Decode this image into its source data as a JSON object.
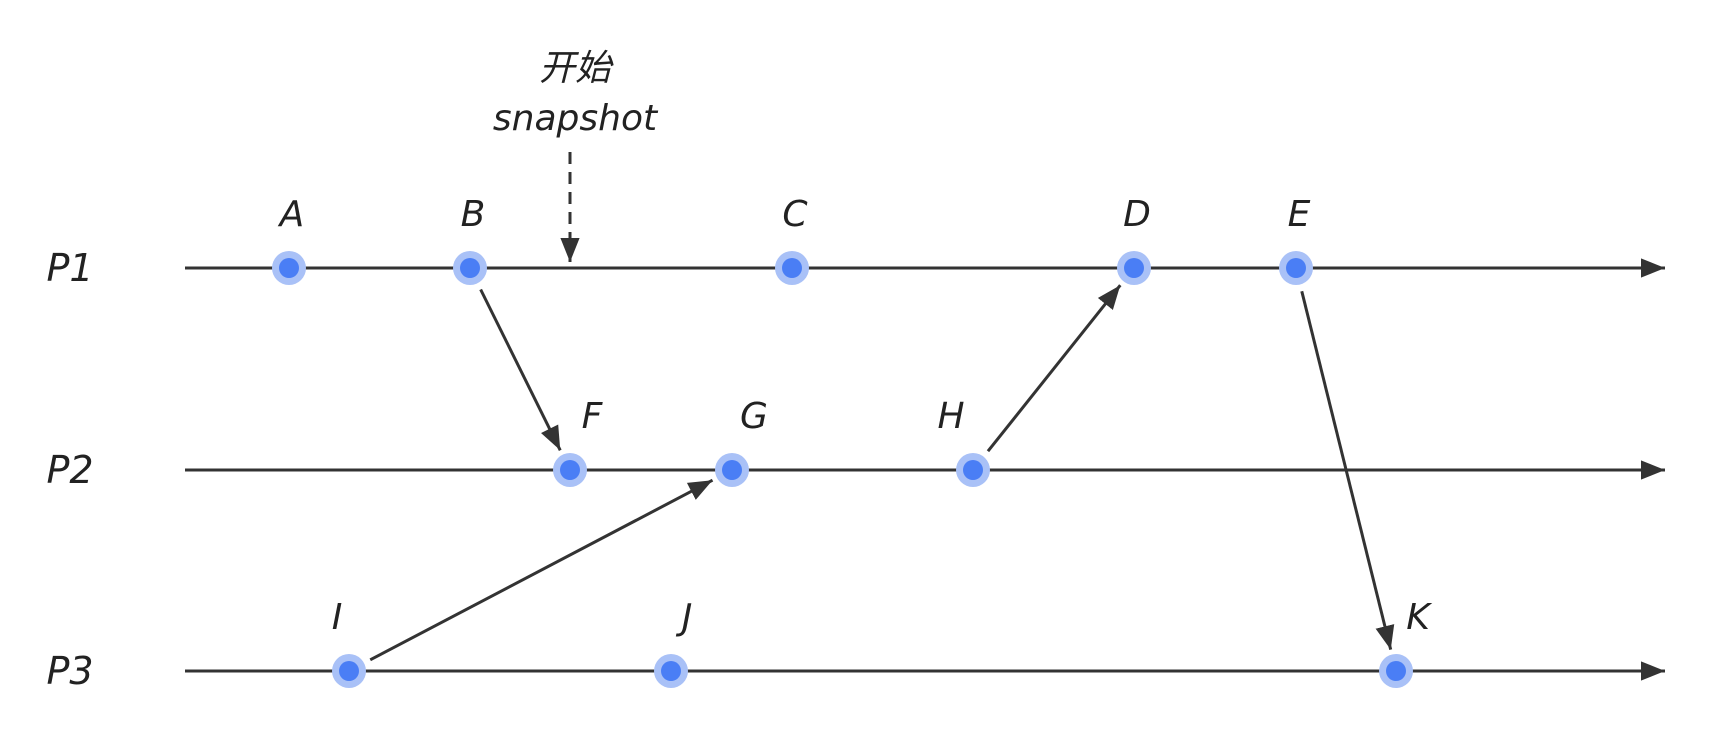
{
  "diagram": {
    "snapshot": {
      "label_line1": "开始",
      "label_line2": "snapshot",
      "process": "P1"
    },
    "processes": [
      {
        "id": "P1",
        "label": "P1"
      },
      {
        "id": "P2",
        "label": "P2"
      },
      {
        "id": "P3",
        "label": "P3"
      }
    ],
    "events": [
      {
        "id": "A",
        "label": "A",
        "process": "P1"
      },
      {
        "id": "B",
        "label": "B",
        "process": "P1"
      },
      {
        "id": "C",
        "label": "C",
        "process": "P1"
      },
      {
        "id": "D",
        "label": "D",
        "process": "P1"
      },
      {
        "id": "E",
        "label": "E",
        "process": "P1"
      },
      {
        "id": "F",
        "label": "F",
        "process": "P2"
      },
      {
        "id": "G",
        "label": "G",
        "process": "P2"
      },
      {
        "id": "H",
        "label": "H",
        "process": "P2"
      },
      {
        "id": "I",
        "label": "I",
        "process": "P3"
      },
      {
        "id": "J",
        "label": "J",
        "process": "P3"
      },
      {
        "id": "K",
        "label": "K",
        "process": "P3"
      }
    ],
    "messages": [
      {
        "from": "B",
        "to": "F"
      },
      {
        "from": "H",
        "to": "D"
      },
      {
        "from": "I",
        "to": "G"
      },
      {
        "from": "E",
        "to": "K"
      }
    ],
    "colors": {
      "line": "#333333",
      "node_fill": "#4a7ef5",
      "node_halo": "#a9c1f7",
      "text": "#222222"
    }
  }
}
